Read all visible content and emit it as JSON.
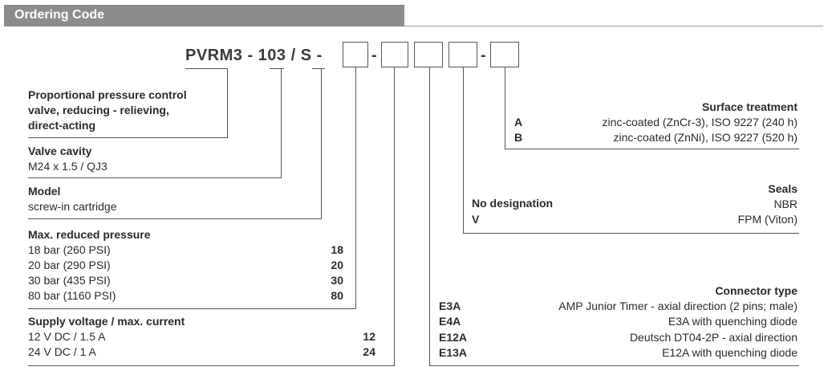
{
  "header": {
    "title": "Ordering Code"
  },
  "code": {
    "prefix": "PVRM3 - 103 / S -",
    "separators": [
      "-",
      "-"
    ]
  },
  "sections": {
    "function": {
      "lines": [
        "Proportional pressure control",
        "valve, reducing - relieving,",
        "direct-acting"
      ]
    },
    "cavity": {
      "title": "Valve cavity",
      "value": "M24 x 1.5 / QJ3"
    },
    "model": {
      "title": "Model",
      "value": "screw-in cartridge"
    },
    "pressure": {
      "title": "Max. reduced pressure",
      "rows": [
        {
          "label": "18 bar (260 PSI)",
          "code": "18"
        },
        {
          "label": "20 bar (290 PSI)",
          "code": "20"
        },
        {
          "label": "30 bar (435 PSI)",
          "code": "30"
        },
        {
          "label": "80 bar (1160 PSI)",
          "code": "80"
        }
      ]
    },
    "supply": {
      "title": "Supply voltage / max. current",
      "rows": [
        {
          "label": "12 V DC / 1.5 A",
          "code": "12"
        },
        {
          "label": "24 V DC / 1 A",
          "code": "24"
        }
      ]
    },
    "surface": {
      "title": "Surface treatment",
      "rows": [
        {
          "code": "A",
          "label": "zinc-coated (ZnCr-3), ISO 9227 (240 h)"
        },
        {
          "code": "B",
          "label": "zinc-coated (ZnNi), ISO 9227 (520 h)"
        }
      ]
    },
    "seals": {
      "title": "Seals",
      "rows": [
        {
          "code": "No designation",
          "label": "NBR"
        },
        {
          "code": "V",
          "label": "FPM (Viton)"
        }
      ]
    },
    "connector": {
      "title": "Connector type",
      "rows": [
        {
          "code": "E3A",
          "label": "AMP Junior Timer - axial direction (2 pins; male)"
        },
        {
          "code": "E4A",
          "label": "E3A with quenching diode"
        },
        {
          "code": "E12A",
          "label": "Deutsch DT04-2P - axial direction"
        },
        {
          "code": "E13A",
          "label": "E12A with quenching diode"
        }
      ]
    }
  }
}
